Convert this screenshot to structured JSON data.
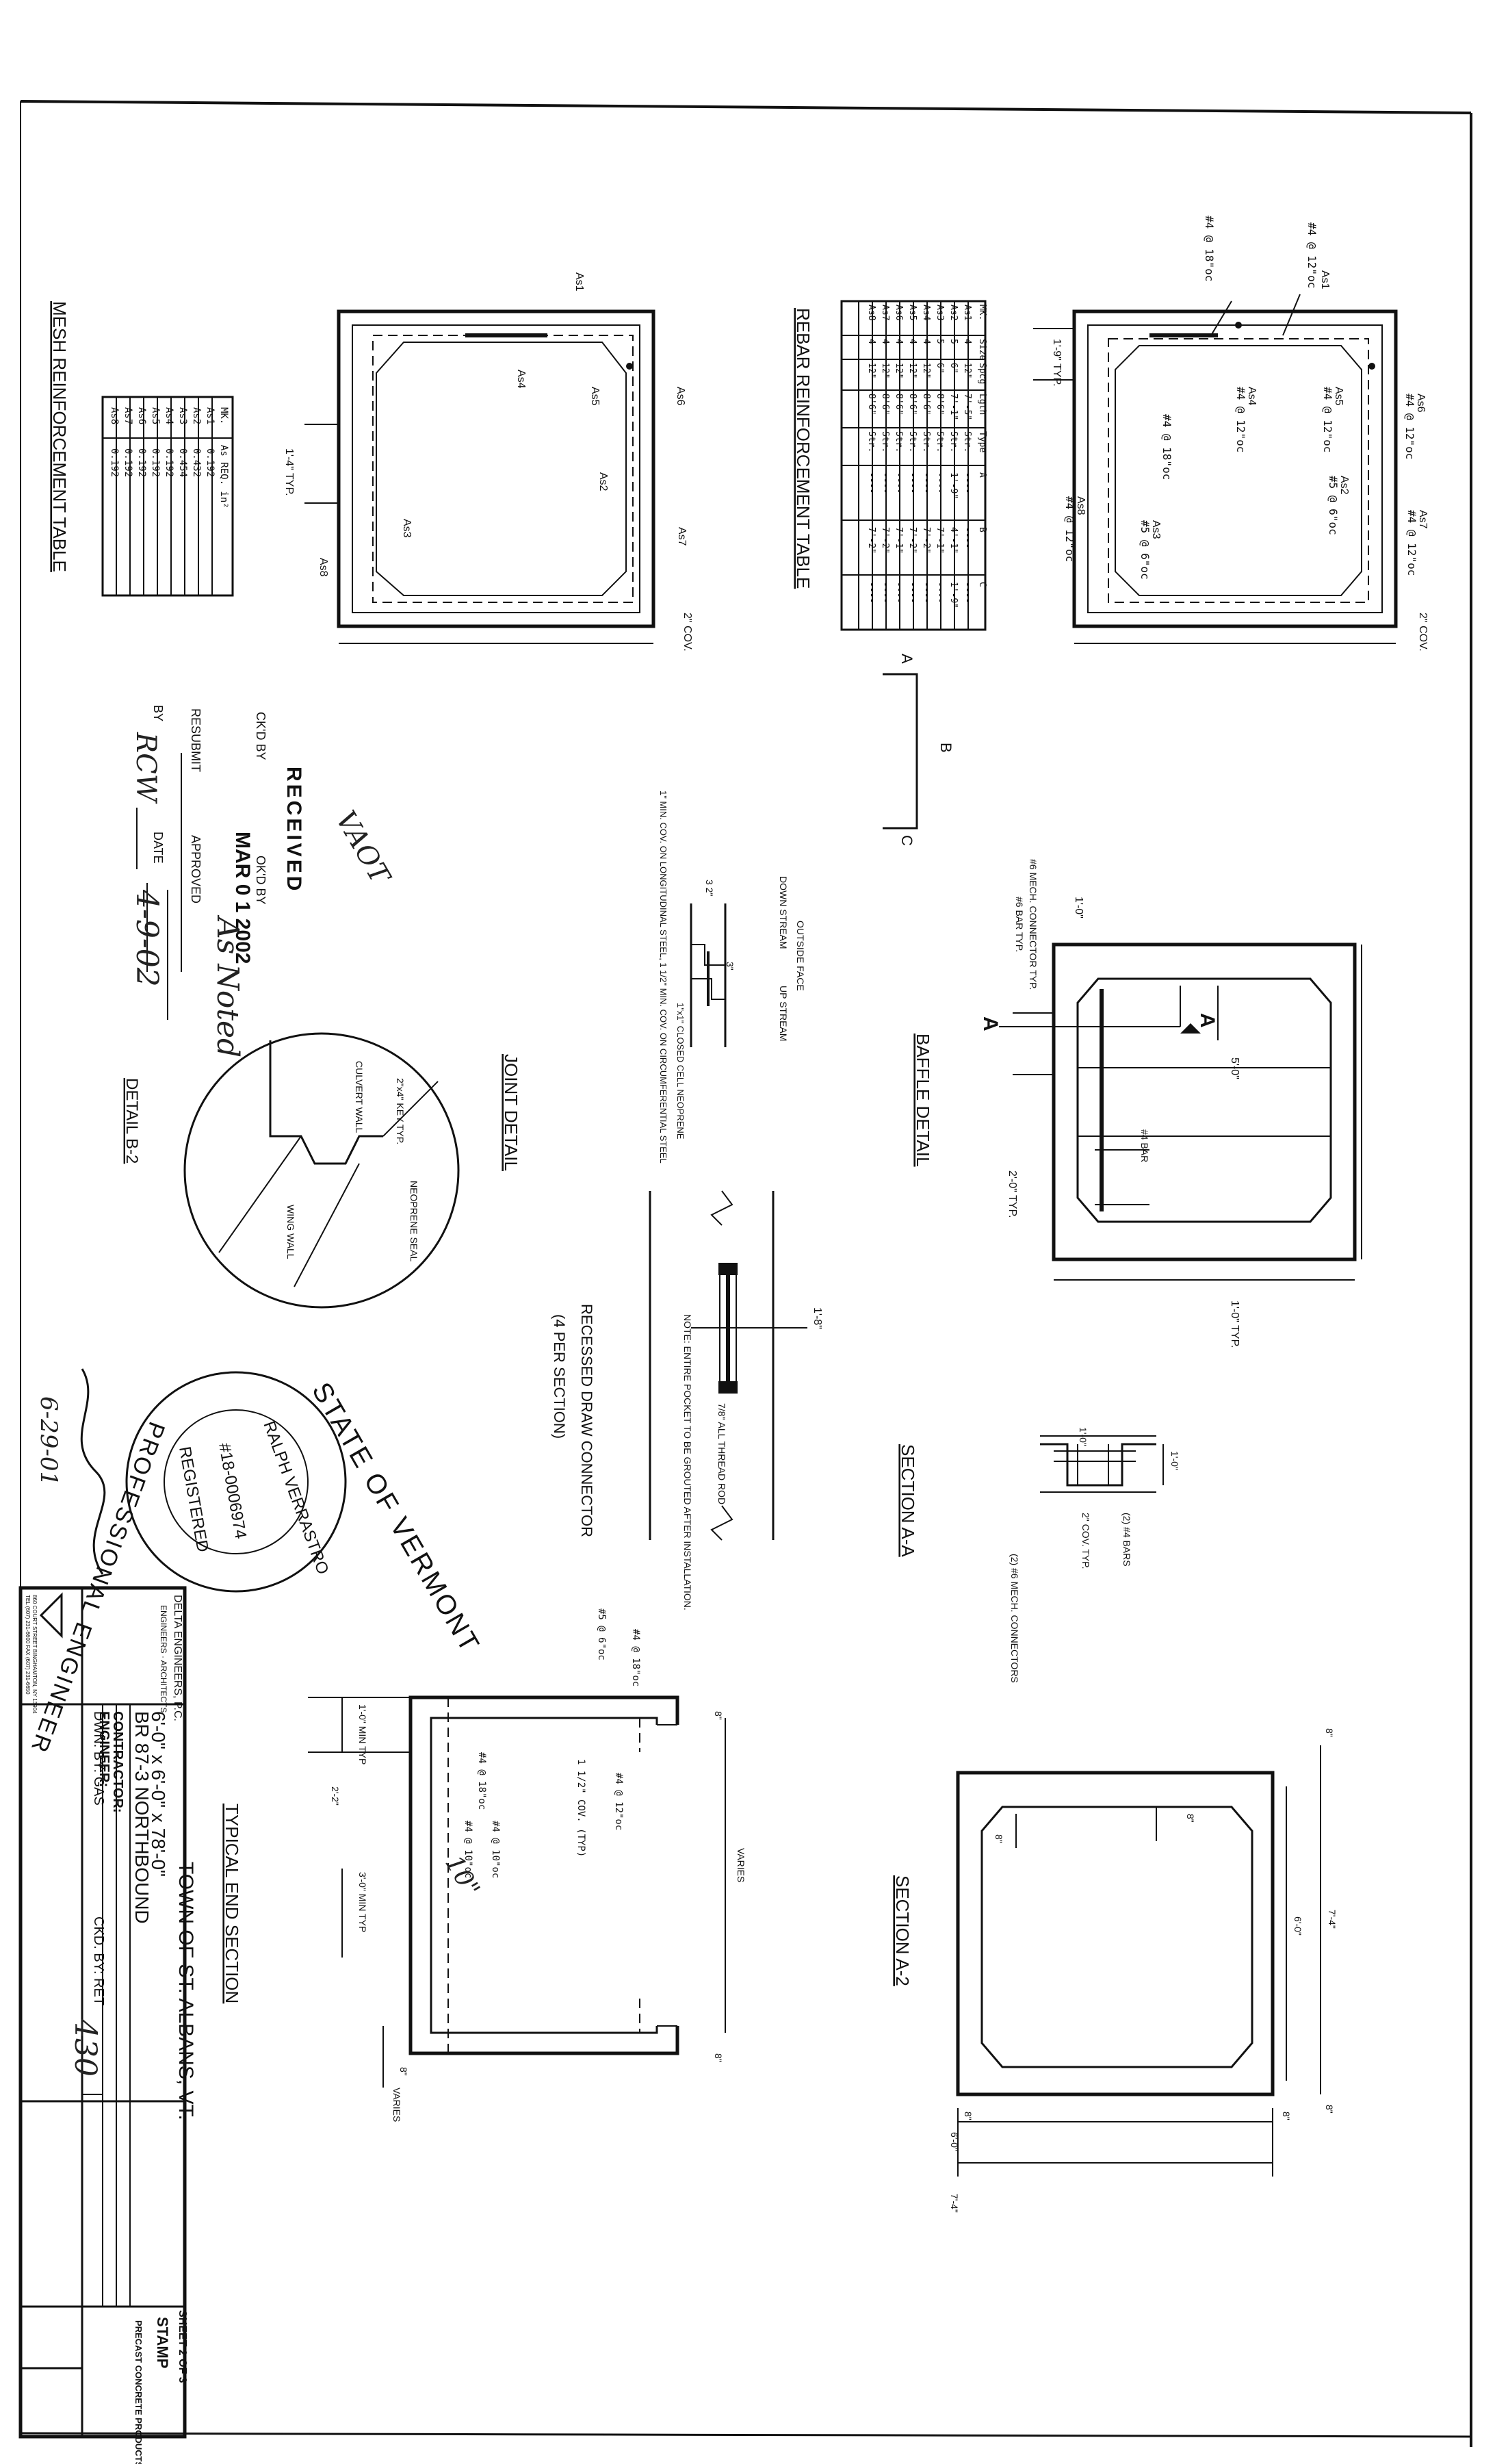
{
  "rebar_table": {
    "title": "REBAR REINFORCEMENT TABLE",
    "headers": [
      "MK.",
      "Size",
      "Spcg",
      "Lgth",
      "Type",
      "A",
      "B",
      "C"
    ],
    "rows": [
      [
        "As1",
        "4",
        "12\"",
        "7'-5\"",
        "Str.",
        "----",
        "----",
        "----"
      ],
      [
        "As2",
        "5",
        "6\"",
        "7'-1\"",
        "Str.",
        "1'-9\"",
        "4'-1\"",
        "1'-9\""
      ],
      [
        "As3",
        "5",
        "6\"",
        "8'6\"",
        "Str.",
        "----",
        "7'-1\"",
        "----"
      ],
      [
        "As4",
        "4",
        "12\"",
        "8'6\"",
        "Str.",
        "----",
        "7'-2\"",
        "----"
      ],
      [
        "As5",
        "4",
        "12\"",
        "8'6\"",
        "Str.",
        "----",
        "7'-2\"",
        "----"
      ],
      [
        "As6",
        "4",
        "12\"",
        "8'6\"",
        "Str.",
        "----",
        "7'-1\"",
        "----"
      ],
      [
        "As7",
        "4",
        "12\"",
        "8'6\"",
        "Str.",
        "----",
        "7'-2\"",
        "----"
      ],
      [
        "As8",
        "4",
        "12\"",
        "8'6\"",
        "Str.",
        "----",
        "7'-2\"",
        "----"
      ]
    ]
  },
  "mesh_table": {
    "title": "MESH REINFORCEMENT TABLE",
    "headers": [
      "MK.",
      "As REQ. in²"
    ],
    "rows": [
      [
        "As1",
        "0.192"
      ],
      [
        "As2",
        "0.432"
      ],
      [
        "As3",
        "0.454"
      ],
      [
        "As4",
        "0.192"
      ],
      [
        "As5",
        "0.192"
      ],
      [
        "As6",
        "0.192"
      ],
      [
        "As7",
        "0.192"
      ],
      [
        "As8",
        "0.192"
      ]
    ]
  },
  "section_rebar": {
    "marks": [
      "As1",
      "As2",
      "As3",
      "As4",
      "As5",
      "As6",
      "As7",
      "As8"
    ],
    "callouts": [
      "#4 @ 12\"oc",
      "#4 @ 18\"oc",
      "#4 @ 12\"oc",
      "#5 @ 6\"oc",
      "#4 @ 12\"oc",
      "#4 @ 12\"oc",
      "#4 @ 18\"oc",
      "#5 @ 6\"oc",
      "#4 @ 12\"oc"
    ],
    "cov": "2\" COV.",
    "typ_dim": "1'-9\" TYP.",
    "bar_shape_labels": [
      "A",
      "B",
      "C"
    ]
  },
  "section_mesh": {
    "typ_dim": "1'-4\" TYP.",
    "cov": "2\" COV."
  },
  "baffle": {
    "title": "BAFFLE DETAIL",
    "dims": [
      "5'-0\"",
      "1'-0\"",
      "2'-0\" TYP.",
      "1'-0\" TYP."
    ],
    "notes": [
      "#6 MECH. CONNECTOR TYP.",
      "#6 BAR TYP.",
      "#4 BAR"
    ],
    "cut_label": "A"
  },
  "section_aa": {
    "title": "SECTION A-A",
    "dims": [
      "1'-0\"",
      "1'-0\"",
      "2\" COV. TYP."
    ],
    "notes": [
      "(2) #4 BARS",
      "(2) #6 MECH. CONNECTORS"
    ]
  },
  "section_a2": {
    "title": "SECTION A-2",
    "dims": [
      "7'-4\"",
      "6'-0\"",
      "8\"",
      "8\"",
      "8\"",
      "8\"",
      "6'-0\"",
      "7'-4\"",
      "8\"",
      "8\""
    ]
  },
  "joint": {
    "title": "JOINT DETAIL",
    "notes": [
      "OUTSIDE FACE",
      "DOWN STREAM",
      "UP STREAM",
      "3\"",
      "3 2\"",
      "1\" MIN. COV. ON LONGITUDINAL STEEL, 1 1/2\" MIN. COV. ON CIRCUMFERENTIAL STEEL",
      "1\"x1\" CLOSED CELL NEOPRENE"
    ]
  },
  "draw_connector": {
    "title": "RECESSED DRAW CONNECTOR",
    "subtitle": "(4 PER SECTION)",
    "dim": "1'-8\"",
    "note1": "NOTE: ENTIRE POCKET TO BE GROUTED AFTER INSTALLATION.",
    "note2": "7/8\" ALL THREAD ROD"
  },
  "detail_b2": {
    "title": "DETAIL B-2",
    "notes": [
      "2\"x4\" KEY TYP.",
      "CULVERT WALL",
      "NEOPRENE SEAL",
      "WING WALL"
    ]
  },
  "end_section": {
    "title": "TYPICAL END SECTION",
    "dims": [
      "8\"",
      "8\"",
      "8\"",
      "VARIES",
      "VARIES",
      "1'-0\" MIN TYP",
      "3'-0\" MIN TYP",
      "2'-2\""
    ],
    "notes": [
      "#4 @ 18\"oc",
      "#5 @ 6\"oc",
      "1 1/2\" COV. (TYP)",
      "#4 @ 12\"oc",
      "#4 @ 10\"oc",
      "#4 @ 18\"oc",
      "#4 @ 10\"oc"
    ],
    "handwritten": "10\""
  },
  "stamp_received": {
    "agency": "VAOT",
    "received": "RECEIVED",
    "date": "MAR 0 1 2002",
    "ckd_by": "CK'D BY",
    "okd_by": "OK'D BY",
    "resubmit": "RESUBMIT",
    "approved": "APPROVED",
    "approved_hand": "As Noted",
    "by": "BY",
    "by_hand": "RCW",
    "date_label": "DATE",
    "date_hand": "4-9-02"
  },
  "seal": {
    "outer_top": "STATE OF VERMONT",
    "outer_bottom": "PROFESSIONAL ENGINEER",
    "name": "RALPH VERRASTRO",
    "number": "#18-0006974",
    "registered": "REGISTERED",
    "signature_date": "6-29-01"
  },
  "title_block": {
    "firm": "DELTA ENGINEERS, P.C.",
    "firm_sub": "ENGINEERS · ARCHITECTS",
    "address1": "860 COURT STREET   BINGHAMTON, NY 13904",
    "address2": "TEL (607) 231-6600   FAX (607) 231-6650",
    "client": "TOWN OF ST. ALBANS, VT.",
    "size_line": "6'-0\" x 6'-0\" x 78'-0\"",
    "bridge": "BR 87-3 NORTHBOUND",
    "contractor": "CONTRACTOR:",
    "engineer": "ENGINEER:",
    "drawn": "DWN. BY: GAS",
    "checked": "CKD. BY: RET",
    "hand_no": "430",
    "sheet": "SHEET 2 OF 3",
    "brand": "STAMP",
    "brand_sub": "PRECAST CONCRETE PRODUCTS"
  }
}
